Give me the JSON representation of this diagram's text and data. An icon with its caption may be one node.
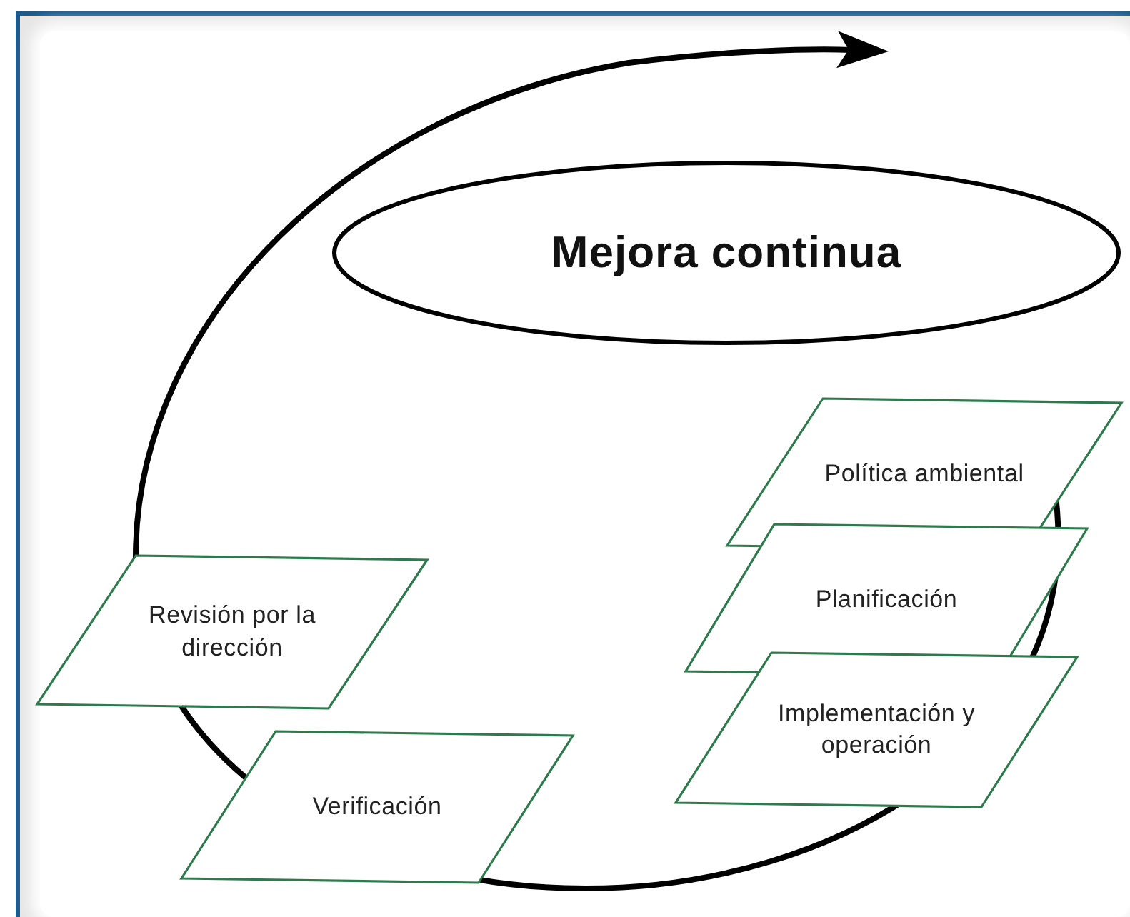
{
  "diagram": {
    "nodes": [
      {
        "text": [
          "Mejora continua"
        ]
      },
      {
        "text": [
          "Política ambiental"
        ]
      },
      {
        "text": [
          "Planificación"
        ]
      },
      {
        "text": [
          "Implementación y operación"
        ]
      },
      {
        "text": [
          "Revisión por la dirección"
        ]
      },
      {
        "text": [
          "Verificación"
        ]
      }
    ]
  }
}
